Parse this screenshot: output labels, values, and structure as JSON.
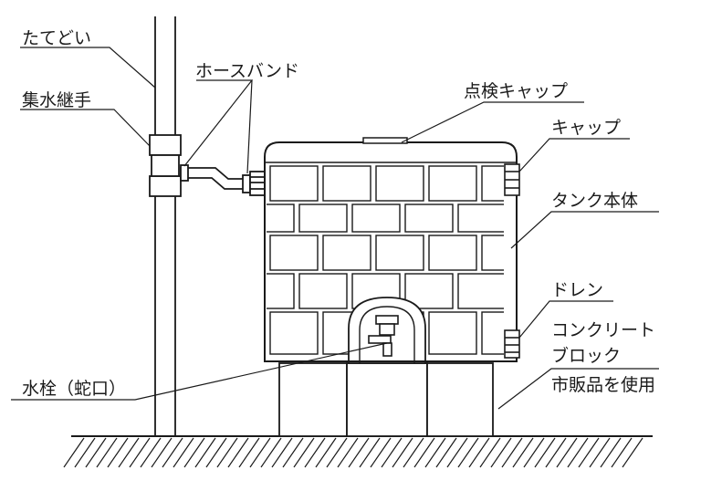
{
  "labels": {
    "downspout": "たてどい",
    "collector_fitting": "集水継手",
    "hose_band": "ホースバンド",
    "inspection_cap": "点検キャップ",
    "cap": "キャップ",
    "tank_body": "タンク本体",
    "drain": "ドレン",
    "concrete_block_line1": "コンクリート",
    "concrete_block_line2": "ブロック",
    "commercial_product": "市販品を使用",
    "faucet": "水栓（蛇口）"
  },
  "colors": {
    "line": "#1a1a1a",
    "fill": "#f4f4f4",
    "background": "#ffffff"
  }
}
